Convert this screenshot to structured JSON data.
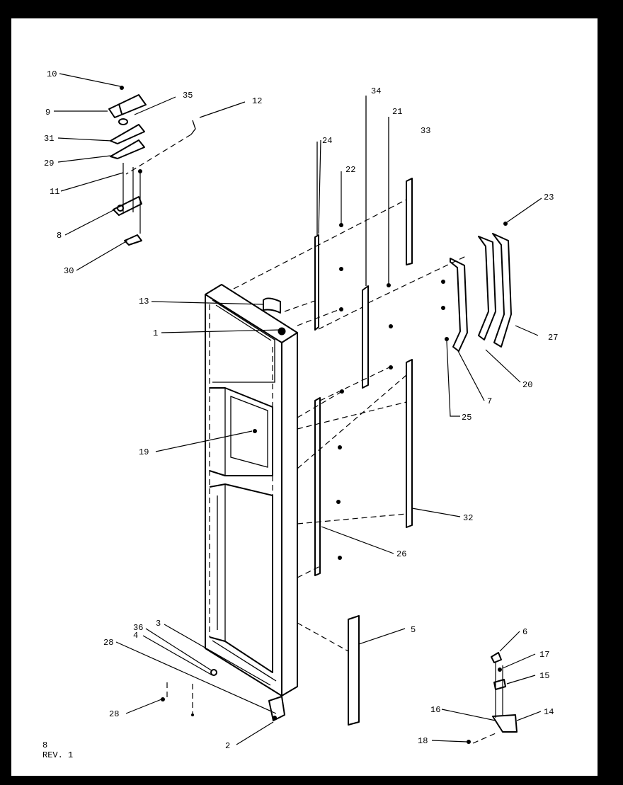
{
  "diagram": {
    "footer": {
      "page": "8",
      "revision": "REV. 1"
    },
    "callouts": [
      {
        "id": "c10",
        "label": "10"
      },
      {
        "id": "c9",
        "label": "9"
      },
      {
        "id": "c35a",
        "label": "35"
      },
      {
        "id": "c12",
        "label": "12"
      },
      {
        "id": "c31",
        "label": "31"
      },
      {
        "id": "c29",
        "label": "29"
      },
      {
        "id": "c11",
        "label": "11"
      },
      {
        "id": "c8",
        "label": "8"
      },
      {
        "id": "c30",
        "label": "30"
      },
      {
        "id": "c24",
        "label": "24"
      },
      {
        "id": "c22",
        "label": "22"
      },
      {
        "id": "c34",
        "label": "34"
      },
      {
        "id": "c21",
        "label": "21"
      },
      {
        "id": "c33",
        "label": "33"
      },
      {
        "id": "c23",
        "label": "23"
      },
      {
        "id": "c13",
        "label": "13"
      },
      {
        "id": "c1",
        "label": "1"
      },
      {
        "id": "c27",
        "label": "27"
      },
      {
        "id": "c20",
        "label": "20"
      },
      {
        "id": "c7",
        "label": "7"
      },
      {
        "id": "c25",
        "label": "25"
      },
      {
        "id": "c19",
        "label": "19"
      },
      {
        "id": "c32",
        "label": "32"
      },
      {
        "id": "c26",
        "label": "26"
      },
      {
        "id": "c5",
        "label": "5"
      },
      {
        "id": "c36",
        "label": "36"
      },
      {
        "id": "c3",
        "label": "3"
      },
      {
        "id": "c4",
        "label": "4"
      },
      {
        "id": "c28a",
        "label": "28"
      },
      {
        "id": "c28b",
        "label": "28"
      },
      {
        "id": "c2",
        "label": "2"
      },
      {
        "id": "c6",
        "label": "6"
      },
      {
        "id": "c17",
        "label": "17"
      },
      {
        "id": "c15",
        "label": "15"
      },
      {
        "id": "c16",
        "label": "16"
      },
      {
        "id": "c14",
        "label": "14"
      },
      {
        "id": "c18",
        "label": "18"
      }
    ]
  }
}
